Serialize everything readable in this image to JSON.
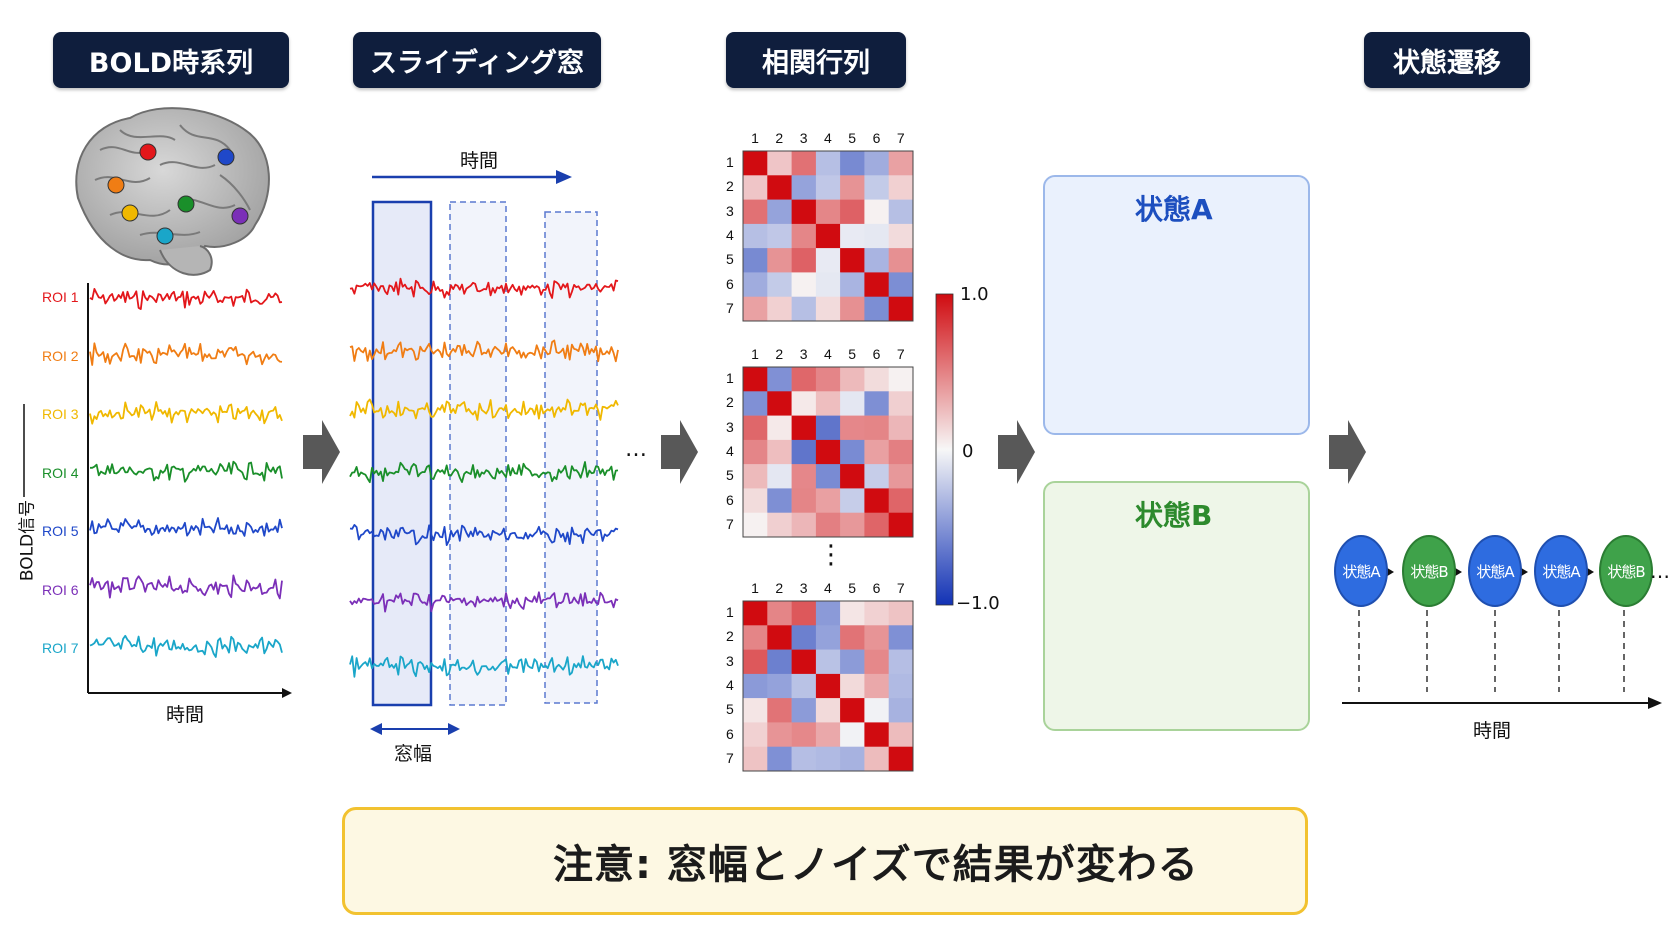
{
  "headers": {
    "bold": "BOLD時系列",
    "sliding": "スライディング窓",
    "correlation": "相関行列",
    "transition": "状態遷移"
  },
  "panel1": {
    "roi_labels": [
      "ROI 1",
      "ROI 2",
      "ROI 3",
      "ROI 4",
      "ROI 5",
      "ROI 6",
      "ROI 7"
    ],
    "roi_colors": [
      "#e3171b",
      "#f07d14",
      "#f0b800",
      "#1a8f2a",
      "#1f48c9",
      "#7b2fb8",
      "#1aa6c9"
    ],
    "y_label": "BOLD信号",
    "x_label": "時間"
  },
  "panel2": {
    "time_label": "時間",
    "window_label": "窓幅",
    "ellipsis": "…"
  },
  "panel3": {
    "tick_labels": [
      "1",
      "2",
      "3",
      "4",
      "5",
      "6",
      "7"
    ],
    "vdots": "⋮",
    "colorbar_max": "1.0",
    "colorbar_mid": "0",
    "colorbar_min": "−1.0"
  },
  "states": {
    "a_title": "状態A",
    "b_title": "状態B",
    "a_color": "#1d4fbf",
    "b_color": "#2d8a2d"
  },
  "transition": {
    "sequence": [
      "状態A",
      "状態B",
      "状態A",
      "状態A",
      "状態B"
    ],
    "ellipsis": "…",
    "time_label": "時間"
  },
  "warning": {
    "text": "注意: 窓幅とノイズで結果が変わる",
    "icon": "warning-triangle-icon"
  }
}
